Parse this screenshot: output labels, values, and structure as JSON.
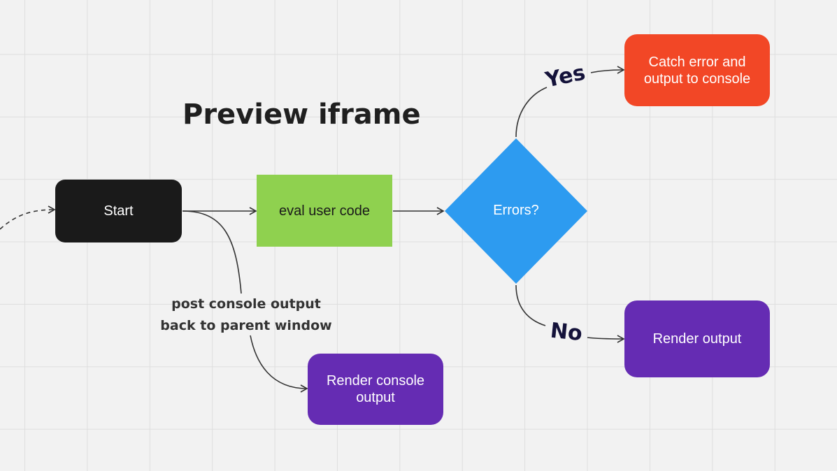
{
  "title": "Preview iframe",
  "nodes": {
    "start": "Start",
    "eval": "eval user code",
    "errors": "Errors?",
    "catch": "Catch error and output to console",
    "render_output": "Render output",
    "render_console": "Render console output"
  },
  "edge_labels": {
    "post_line1": "post console output",
    "post_line2": "back to parent window",
    "yes": "Yes",
    "no": "No"
  },
  "colors": {
    "start": "#1a1a1a",
    "eval": "#8fd14f",
    "decision": "#2d9bf0",
    "catch": "#f24726",
    "render": "#652cb3",
    "connector": "#333333",
    "handwritten": "#14123a"
  }
}
